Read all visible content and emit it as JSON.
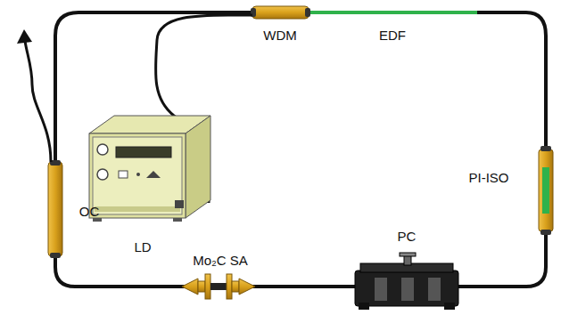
{
  "diagram": {
    "labels": [
      "WDM",
      "EDF",
      "LD",
      "PI-ISO",
      "PC",
      "Mo₂C SA",
      "OC"
    ]
  }
}
